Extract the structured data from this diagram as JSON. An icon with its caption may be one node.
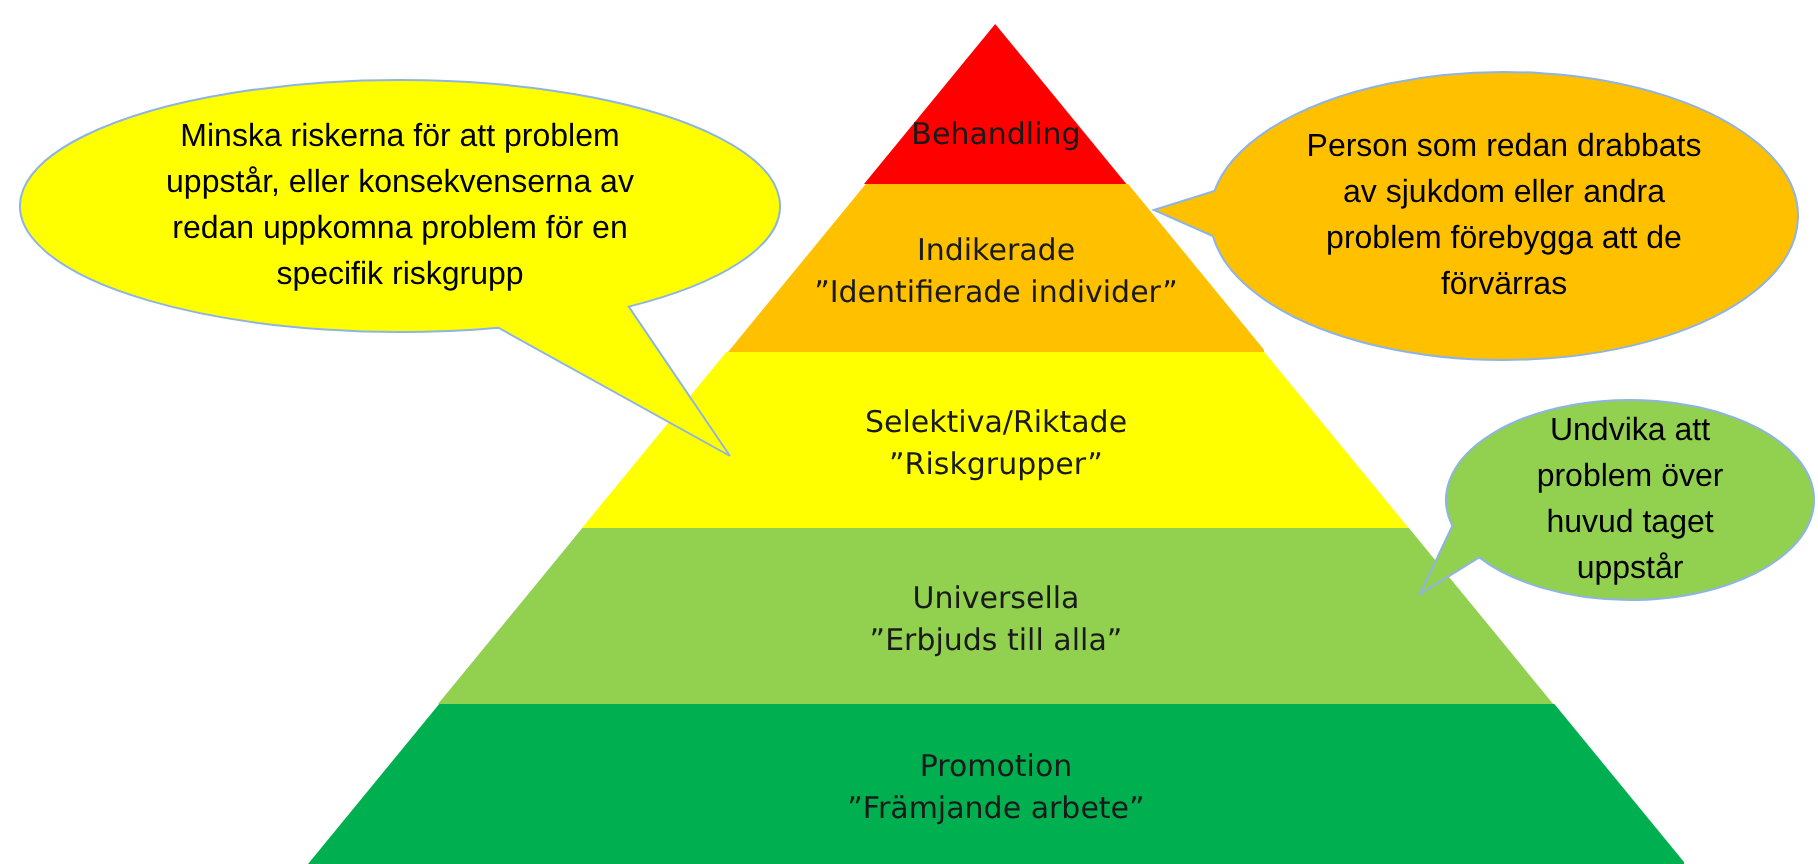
{
  "diagram": {
    "nodes": [
      {
        "text": [
          "Behandling"
        ]
      },
      {
        "text": [
          "Indikerade",
          "”Identifierade individer”"
        ]
      },
      {
        "text": [
          "Selektiva/Riktade",
          "”Riskgrupper”"
        ]
      },
      {
        "text": [
          "Universella",
          "”Erbjuds till alla”"
        ]
      },
      {
        "text": [
          "Promotion",
          "”Främjande arbete”"
        ]
      },
      {
        "text": [
          "Minska riskerna för att problem uppstår, eller konsekvenserna av redan uppkomna problem för en specifik riskgrupp"
        ]
      },
      {
        "text": [
          "Person som redan drabbats av sjukdom eller andra problem förebygga att de förvärras"
        ]
      },
      {
        "text": [
          "Undvika att problem över huvud taget uppstår"
        ]
      }
    ]
  }
}
